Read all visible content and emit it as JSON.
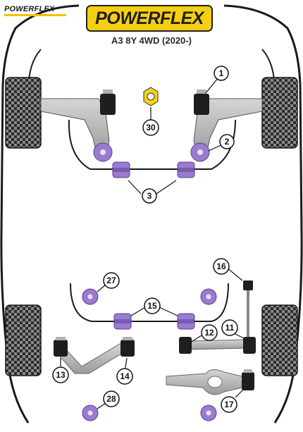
{
  "header": {
    "brand_small": "POWERFLEX",
    "brand_logo": "POWERFLEX",
    "subtitle": "A3 8Y 4WD (2020-)"
  },
  "callouts": [
    "1",
    "2",
    "3",
    "30",
    "27",
    "15",
    "16",
    "11",
    "12",
    "13",
    "14",
    "28",
    "17"
  ],
  "colors": {
    "bushing_purple": "#9b7ad0",
    "bushing_dark": "#1e1e1e",
    "arm_grey": "#b9b9b9",
    "tyre_dark": "#2b2b2b",
    "tyre_check": "#8a8a8a",
    "logo_yellow": "#f5cf12"
  },
  "icons": [
    "bushing-icon",
    "tyre-icon",
    "nut-icon"
  ]
}
